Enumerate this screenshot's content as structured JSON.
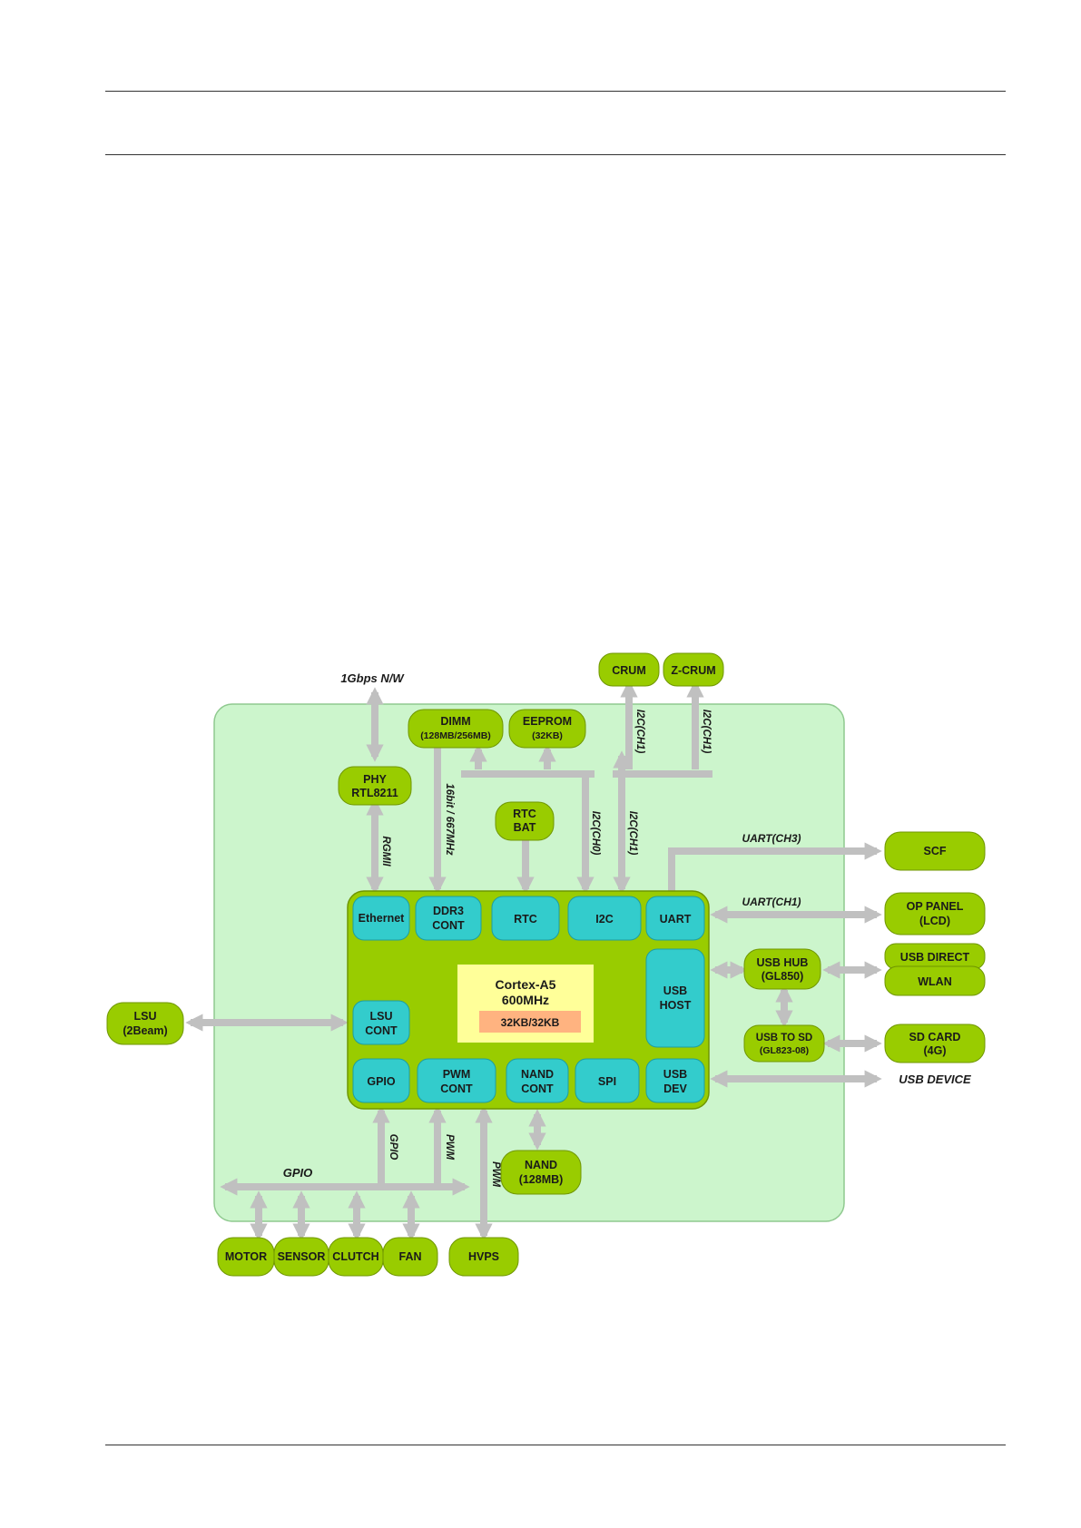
{
  "diagram": {
    "labels": {
      "network": "1Gbps N/W",
      "rgmii": "RGMII",
      "ddr_bus": "16bit / 667MHz",
      "i2c_ch0": "I2C(CH0)",
      "i2c_ch1_a": "I2C(CH1)",
      "i2c_ch1_b": "I2C(CH1)",
      "i2c_ch1_c": "I2C(CH1)",
      "uart_ch3": "UART(CH3)",
      "uart_ch1": "UART(CH1)",
      "usb_device": "USB DEVICE",
      "gpio_vertical": "GPIO",
      "pwm_vertical_1": "PWM",
      "pwm_vertical_2": "PWM",
      "gpio_bus": "GPIO"
    },
    "external": {
      "crum": "CRUM",
      "zcrum": "Z-CRUM",
      "dimm": [
        "DIMM",
        "(128MB/256MB)"
      ],
      "eeprom": [
        "EEPROM",
        "(32KB)"
      ],
      "phy": [
        "PHY",
        "RTL8211"
      ],
      "rtc_bat": [
        "RTC",
        "BAT"
      ],
      "scf": "SCF",
      "op_panel": [
        "OP PANEL",
        "(LCD)"
      ],
      "usb_direct": "USB DIRECT",
      "wlan": "WLAN",
      "usb_hub": [
        "USB HUB",
        "(GL850)"
      ],
      "usb_to_sd": [
        "USB TO SD",
        "(GL823-08)"
      ],
      "sd_card": [
        "SD CARD",
        "(4G)"
      ],
      "lsu": [
        "LSU",
        "(2Beam)"
      ],
      "nand": [
        "NAND",
        "(128MB)"
      ],
      "motor": "MOTOR",
      "sensor": "SENSOR",
      "clutch": "CLUTCH",
      "fan": "FAN",
      "hvps": "HVPS"
    },
    "soc": {
      "ethernet": "Ethernet",
      "ddr3": [
        "DDR3",
        "CONT"
      ],
      "rtc": "RTC",
      "i2c": "I2C",
      "uart": "UART",
      "usb_host": [
        "USB",
        "HOST"
      ],
      "lsu_cont": [
        "LSU",
        "CONT"
      ],
      "gpio": "GPIO",
      "pwm": [
        "PWM",
        "CONT"
      ],
      "nand_cont": [
        "NAND",
        "CONT"
      ],
      "spi": "SPI",
      "usb_dev": [
        "USB",
        "DEV"
      ],
      "cpu": [
        "Cortex-A5",
        "600MHz"
      ],
      "cache": "32KB/32KB"
    },
    "colors": {
      "board": "#ccf5cc",
      "board_stroke": "#8fc98f",
      "soc": "#99cc00",
      "soc_stroke": "#6f9600",
      "module": "#33cccc",
      "module_stroke": "#1f9e9e",
      "external": "#99cc00",
      "cpu": "#ffff99",
      "cache": "#ffb380",
      "arrow": "#c0c0c0"
    }
  }
}
